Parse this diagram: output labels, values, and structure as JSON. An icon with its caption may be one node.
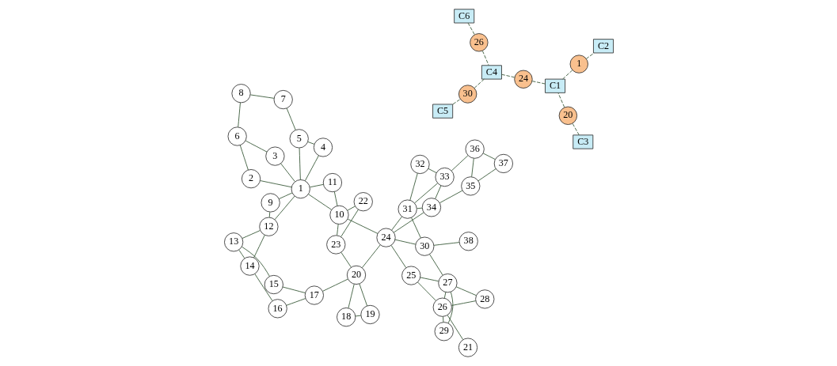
{
  "diagram": {
    "nodes": [
      {
        "text": [
          "1"
        ]
      },
      {
        "text": [
          "2"
        ]
      },
      {
        "text": [
          "3"
        ]
      },
      {
        "text": [
          "4"
        ]
      },
      {
        "text": [
          "5"
        ]
      },
      {
        "text": [
          "6"
        ]
      },
      {
        "text": [
          "7"
        ]
      },
      {
        "text": [
          "8"
        ]
      },
      {
        "text": [
          "9"
        ]
      },
      {
        "text": [
          "10"
        ]
      },
      {
        "text": [
          "11"
        ]
      },
      {
        "text": [
          "12"
        ]
      },
      {
        "text": [
          "13"
        ]
      },
      {
        "text": [
          "14"
        ]
      },
      {
        "text": [
          "15"
        ]
      },
      {
        "text": [
          "16"
        ]
      },
      {
        "text": [
          "17"
        ]
      },
      {
        "text": [
          "18"
        ]
      },
      {
        "text": [
          "19"
        ]
      },
      {
        "text": [
          "20"
        ]
      },
      {
        "text": [
          "21"
        ]
      },
      {
        "text": [
          "22"
        ]
      },
      {
        "text": [
          "23"
        ]
      },
      {
        "text": [
          "24"
        ]
      },
      {
        "text": [
          "25"
        ]
      },
      {
        "text": [
          "26"
        ]
      },
      {
        "text": [
          "27"
        ]
      },
      {
        "text": [
          "28"
        ]
      },
      {
        "text": [
          "29"
        ]
      },
      {
        "text": [
          "30"
        ]
      },
      {
        "text": [
          "31"
        ]
      },
      {
        "text": [
          "32"
        ]
      },
      {
        "text": [
          "33"
        ]
      },
      {
        "text": [
          "34"
        ]
      },
      {
        "text": [
          "35"
        ]
      },
      {
        "text": [
          "36"
        ]
      },
      {
        "text": [
          "37"
        ]
      },
      {
        "text": [
          "38"
        ]
      },
      {
        "text": [
          "1"
        ]
      },
      {
        "text": [
          "20"
        ]
      },
      {
        "text": [
          "24"
        ]
      },
      {
        "text": [
          "26"
        ]
      },
      {
        "text": [
          "30"
        ]
      },
      {
        "text": [
          "C1"
        ]
      },
      {
        "text": [
          "C2"
        ]
      },
      {
        "text": [
          "C3"
        ]
      },
      {
        "text": [
          "C4"
        ]
      },
      {
        "text": [
          "C5"
        ]
      },
      {
        "text": [
          "C6"
        ]
      }
    ],
    "edges": [
      {
        "from": 20,
        "to": 25,
        "arrow": "none"
      },
      {
        "from": 27,
        "to": 25,
        "arrow": "none"
      },
      {
        "from": 27,
        "to": 26,
        "arrow": "none"
      },
      {
        "from": 28,
        "to": 25,
        "arrow": "none"
      },
      {
        "from": 28,
        "to": 26,
        "arrow": "none"
      },
      {
        "from": 25,
        "to": 26,
        "arrow": "none"
      },
      {
        "from": 25,
        "to": 24,
        "arrow": "none"
      },
      {
        "from": 26,
        "to": 24,
        "arrow": "none"
      },
      {
        "from": 26,
        "to": 29,
        "arrow": "none"
      },
      {
        "from": 37,
        "to": 29,
        "arrow": "none"
      },
      {
        "from": 17,
        "to": 18,
        "arrow": "none"
      },
      {
        "from": 17,
        "to": 19,
        "arrow": "none"
      },
      {
        "from": 18,
        "to": 19,
        "arrow": "none"
      },
      {
        "from": 19,
        "to": 23,
        "arrow": "none"
      },
      {
        "from": 19,
        "to": 22,
        "arrow": "none"
      },
      {
        "from": 19,
        "to": 16,
        "arrow": "none"
      },
      {
        "from": 24,
        "to": 23,
        "arrow": "none"
      },
      {
        "from": 29,
        "to": 23,
        "arrow": "none"
      },
      {
        "from": 29,
        "to": 30,
        "arrow": "none"
      },
      {
        "from": 23,
        "to": 30,
        "arrow": "none"
      },
      {
        "from": 23,
        "to": 33,
        "arrow": "none"
      },
      {
        "from": 30,
        "to": 31,
        "arrow": "none"
      },
      {
        "from": 30,
        "to": 32,
        "arrow": "none"
      },
      {
        "from": 31,
        "to": 32,
        "arrow": "none"
      },
      {
        "from": 32,
        "to": 35,
        "arrow": "none"
      },
      {
        "from": 32,
        "to": 33,
        "arrow": "none"
      },
      {
        "from": 30,
        "to": 33,
        "arrow": "none"
      },
      {
        "from": 33,
        "to": 34,
        "arrow": "none"
      },
      {
        "from": 34,
        "to": 35,
        "arrow": "none"
      },
      {
        "from": 34,
        "to": 36,
        "arrow": "none"
      },
      {
        "from": 35,
        "to": 36,
        "arrow": "none"
      },
      {
        "from": 22,
        "to": 21,
        "arrow": "none"
      },
      {
        "from": 22,
        "to": 9,
        "arrow": "none"
      },
      {
        "from": 21,
        "to": 9,
        "arrow": "none"
      },
      {
        "from": 23,
        "to": 9,
        "arrow": "none"
      },
      {
        "from": 16,
        "to": 15,
        "arrow": "none"
      },
      {
        "from": 15,
        "to": 13,
        "arrow": "none"
      },
      {
        "from": 16,
        "to": 14,
        "arrow": "none"
      },
      {
        "from": 14,
        "to": 12,
        "arrow": "none"
      },
      {
        "from": 13,
        "to": 12,
        "arrow": "none"
      },
      {
        "from": 13,
        "to": 11,
        "arrow": "none"
      },
      {
        "from": 12,
        "to": 11,
        "arrow": "none"
      },
      {
        "from": 9,
        "to": 0,
        "arrow": "none"
      },
      {
        "from": 9,
        "to": 10,
        "arrow": "none"
      },
      {
        "from": 11,
        "to": 0,
        "arrow": "none"
      },
      {
        "from": 11,
        "to": 8,
        "arrow": "none"
      },
      {
        "from": 0,
        "to": 10,
        "arrow": "none"
      },
      {
        "from": 0,
        "to": 8,
        "arrow": "none"
      },
      {
        "from": 0,
        "to": 1,
        "arrow": "none"
      },
      {
        "from": 0,
        "to": 4,
        "arrow": "none"
      },
      {
        "from": 0,
        "to": 3,
        "arrow": "none"
      },
      {
        "from": 0,
        "to": 2,
        "arrow": "none"
      },
      {
        "from": 1,
        "to": 5,
        "arrow": "none"
      },
      {
        "from": 2,
        "to": 5,
        "arrow": "none"
      },
      {
        "from": 5,
        "to": 7,
        "arrow": "none"
      },
      {
        "from": 4,
        "to": 3,
        "arrow": "none"
      },
      {
        "from": 4,
        "to": 6,
        "arrow": "none"
      },
      {
        "from": 6,
        "to": 7,
        "arrow": "none"
      },
      {
        "from": 48,
        "to": 41,
        "arrow": "none",
        "style": "dashed"
      },
      {
        "from": 41,
        "to": 46,
        "arrow": "none",
        "style": "dashed"
      },
      {
        "from": 46,
        "to": 42,
        "arrow": "none",
        "style": "dashed"
      },
      {
        "from": 47,
        "to": 42,
        "arrow": "none",
        "style": "dashed"
      },
      {
        "from": 45,
        "to": 39,
        "arrow": "none",
        "style": "dashed"
      },
      {
        "from": 39,
        "to": 43,
        "arrow": "none",
        "style": "dashed"
      },
      {
        "from": 46,
        "to": 40,
        "arrow": "none",
        "style": "dashed"
      },
      {
        "from": 43,
        "to": 40,
        "arrow": "none",
        "style": "dashed"
      },
      {
        "from": 43,
        "to": 38,
        "arrow": "none",
        "style": "dashed"
      },
      {
        "from": 38,
        "to": 44,
        "arrow": "none",
        "style": "dashed"
      }
    ]
  }
}
